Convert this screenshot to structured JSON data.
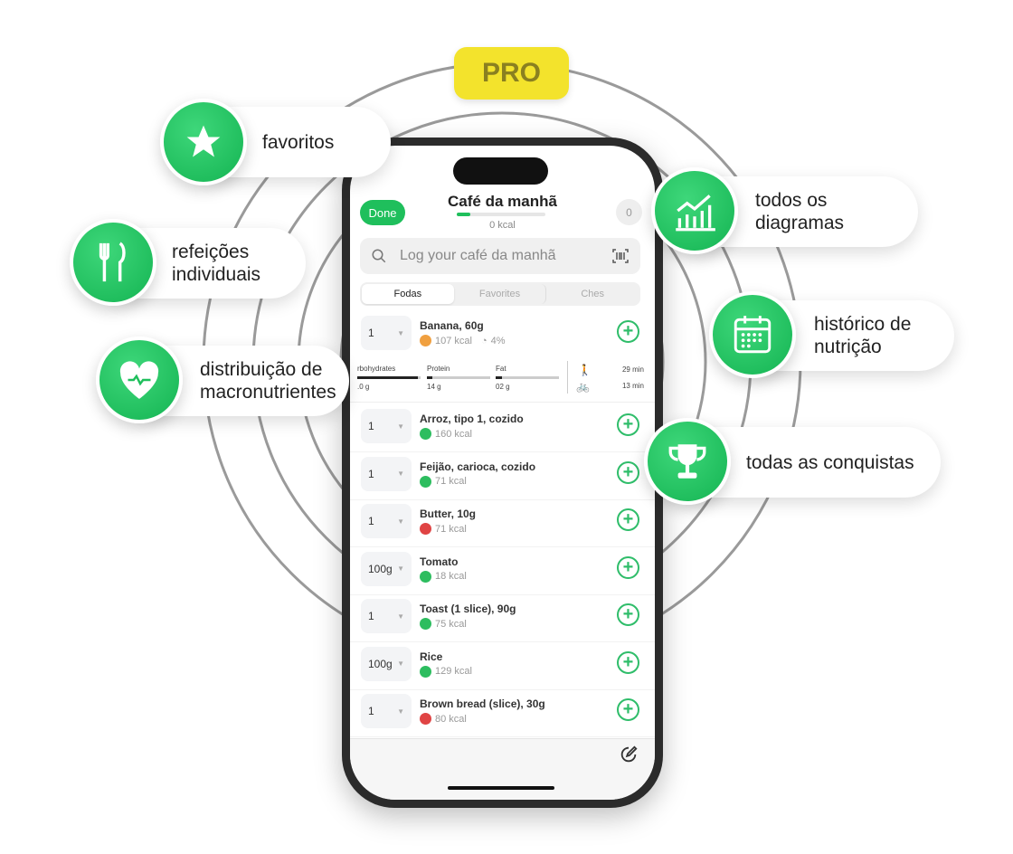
{
  "badge": "PRO",
  "colors": {
    "accent": "#1fbf5c",
    "pro": "#f3e32c",
    "orange": "#f0a040",
    "red": "#e04444"
  },
  "features": [
    {
      "label": "favoritos",
      "icon": "star-icon"
    },
    {
      "label": "refeições individuais",
      "icon": "fork-knife-icon"
    },
    {
      "label": "distribuição de macronutrientes",
      "icon": "heart-pulse-icon"
    },
    {
      "label": "todos os diagramas",
      "icon": "chart-icon"
    },
    {
      "label": "histórico de nutrição",
      "icon": "calendar-icon"
    },
    {
      "label": "todas as conquistas",
      "icon": "trophy-icon"
    }
  ],
  "app": {
    "done": "Done",
    "title": "Café da manhã",
    "kcal": "0 kcal",
    "counter": "0",
    "progress": 0.15,
    "search_placeholder": "Log your café da manhã",
    "tabs": [
      "Fodas",
      "Favorites",
      "Ches"
    ],
    "first": {
      "qty": "1",
      "name": "Banana, 60g",
      "kcal": "107 kcal",
      "pct": "4%",
      "color": "#f0a040"
    },
    "macros": [
      {
        "label": "rbohydrates",
        "value": ".0 g",
        "fill": 0.95
      },
      {
        "label": "Protein",
        "value": "14 g",
        "fill": 0.08
      },
      {
        "label": "Fat",
        "value": "02 g",
        "fill": 0.1
      }
    ],
    "activities": [
      {
        "icon": "walking-icon",
        "time": "29 min"
      },
      {
        "icon": "bike-icon",
        "time": "13 min"
      }
    ],
    "foods": [
      {
        "qty": "1",
        "name": "Arroz, tipo 1, cozido",
        "kcal": "160 kcal",
        "color": "#2dbd5f"
      },
      {
        "qty": "1",
        "name": "Feijão, carioca, cozido",
        "kcal": "71 kcal",
        "color": "#2dbd5f"
      },
      {
        "qty": "1",
        "name": "Butter, 10g",
        "kcal": "71 kcal",
        "color": "#e04444"
      },
      {
        "qty": "100g",
        "name": "Tomato",
        "kcal": "18 kcal",
        "color": "#2dbd5f"
      },
      {
        "qty": "1",
        "name": "Toast (1 slice), 90g",
        "kcal": "75 kcal",
        "color": "#2dbd5f"
      },
      {
        "qty": "100g",
        "name": "Rice",
        "kcal": "129 kcal",
        "color": "#2dbd5f"
      },
      {
        "qty": "1",
        "name": "Brown bread (slice), 30g",
        "kcal": "80 kcal",
        "color": "#e04444"
      }
    ]
  }
}
